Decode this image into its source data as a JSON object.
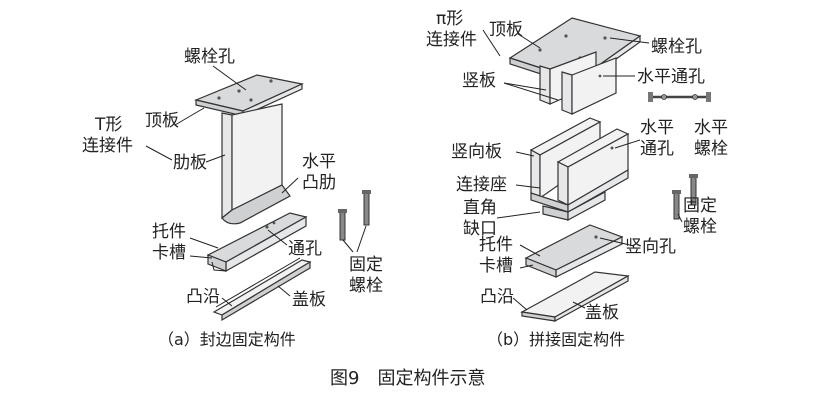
{
  "diagram": {
    "left": {
      "labels": {
        "bolt_hole": "螺栓孔",
        "top_plate": "顶板",
        "t_connector_1": "T形",
        "t_connector_2": "连接件",
        "rib_plate": "肋板",
        "horizontal_rib_1": "水平",
        "horizontal_rib_2": "凸肋",
        "bracket": "托件",
        "card_slot": "卡槽",
        "through_hole": "通孔",
        "fixing_bolt_1": "固定",
        "fixing_bolt_2": "螺栓",
        "flange": "凸沿",
        "cover_plate": "盖板"
      },
      "caption": "（a）封边固定构件"
    },
    "right": {
      "labels": {
        "pi_connector_1": "π形",
        "pi_connector_2": "连接件",
        "top_plate": "顶板",
        "bolt_hole": "螺栓孔",
        "vertical_plate": "竖板",
        "horizontal_through_hole": "水平通孔",
        "vertical_board": "竖向板",
        "horizontal_1": "水平",
        "horizontal_2": "通孔",
        "horizontal_bolt_1": "水平",
        "horizontal_bolt_2": "螺栓",
        "connection_seat": "连接座",
        "right_angle_notch_1": "直角",
        "right_angle_notch_2": "缺口",
        "fixing_bolt_1": "固定",
        "fixing_bolt_2": "螺栓",
        "bracket": "托件",
        "card_slot": "卡槽",
        "vertical_hole": "竖向孔",
        "flange": "凸沿",
        "cover_plate": "盖板"
      },
      "caption": "（b）拼接固定构件"
    },
    "figure_caption": "图9　固定构件示意"
  }
}
